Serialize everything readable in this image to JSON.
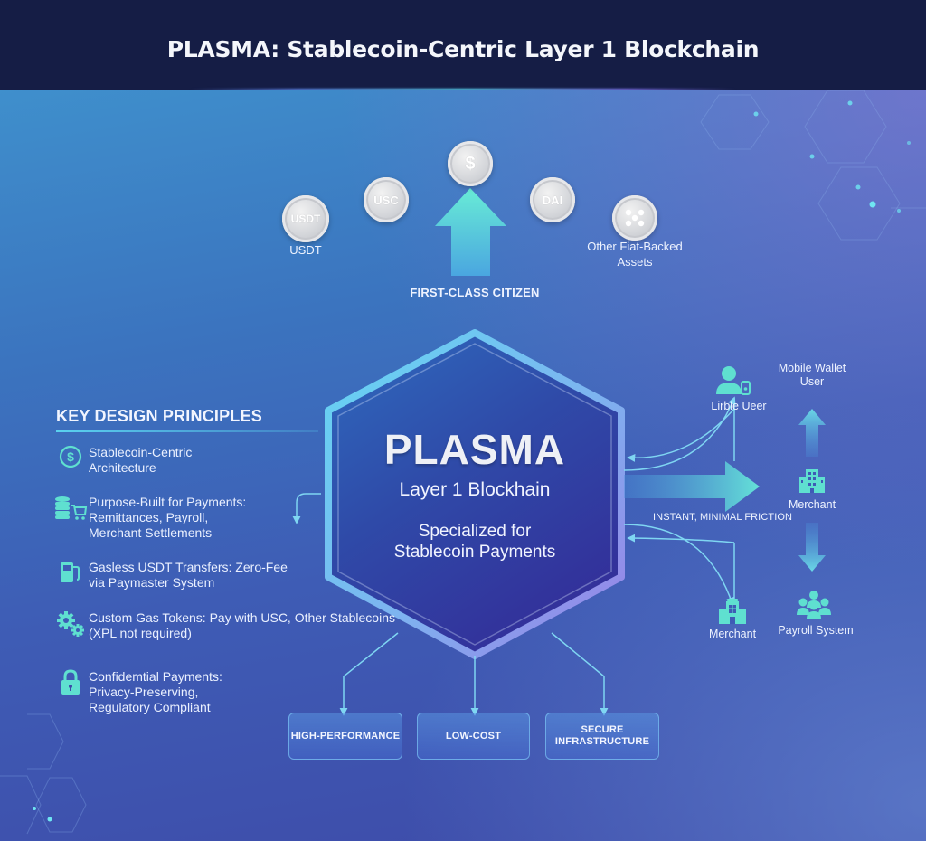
{
  "header": {
    "title": "PLASMA: Stablecoin-Centric Layer 1 Blockchain"
  },
  "stablecoins": {
    "items": [
      {
        "id": "usdt",
        "coin_text": "USDT",
        "label": "USDT"
      },
      {
        "id": "usc",
        "coin_text": "USC",
        "label": ""
      },
      {
        "id": "dollar",
        "coin_text": "$",
        "label": ""
      },
      {
        "id": "dai",
        "coin_text": "DAI",
        "label": ""
      },
      {
        "id": "other",
        "coin_text": "",
        "label": "Other Fiat-Backed Assets",
        "label_line1": "Other Fiat-Backed",
        "label_line2": "Assets"
      }
    ],
    "arrow_label": "FIRST-CLASS CITIZEN"
  },
  "principles": {
    "title": "KEY DESIGN PRINCIPLES",
    "items": [
      {
        "icon": "dollar-circle-icon",
        "line1": "Stablecoin-Centric",
        "line2": "Architecture",
        "line3": ""
      },
      {
        "icon": "coins-cart-icon",
        "line1": "Purpose-Built for Payments:",
        "line2": "Remittances, Payroll,",
        "line3": "Merchant Settlements"
      },
      {
        "icon": "fuel-pump-icon",
        "line1": "Gasless USDT Transfers: Zero-Fee",
        "line2": "via Paymaster System",
        "line3": ""
      },
      {
        "icon": "gears-icon",
        "line1": "Custom Gas Tokens: Pay with USC, Other Stablecoins",
        "line2": "(XPL not required)",
        "line3": ""
      },
      {
        "icon": "lock-icon",
        "line1": "Confidemtial Payments:",
        "line2": "Privacy-Preserving,",
        "line3": "Regulatory Compliant"
      }
    ]
  },
  "core": {
    "title": "PLASMA",
    "subtitle": "Layer 1 Blockhain",
    "description_line1": "Specialized for",
    "description_line2": "Stablecoin Payments"
  },
  "features": [
    {
      "line1": "HIGH-PERFORMANCE",
      "line2": ""
    },
    {
      "line1": "LOW-COST",
      "line2": ""
    },
    {
      "line1": "SECURE",
      "line2": "INFRASTRUCTURE"
    }
  ],
  "flow": {
    "label": "INSTANT, MINIMAL FRICTION",
    "nodes": {
      "mobile_user_small": "Lirble Ueer",
      "mobile_wallet_line1": "Mobile Wallet",
      "mobile_wallet_line2": "User",
      "merchant_right": "Merchant",
      "merchant_bottom": "Merchant",
      "payroll": "Payroll System"
    }
  },
  "colors": {
    "header_bg": "#151d45",
    "accent_teal": "#5fe0d0",
    "accent_cyan": "#5ad2ef",
    "hex_border": "#6fc8ef",
    "hex_fill": "#2f4aa8"
  }
}
